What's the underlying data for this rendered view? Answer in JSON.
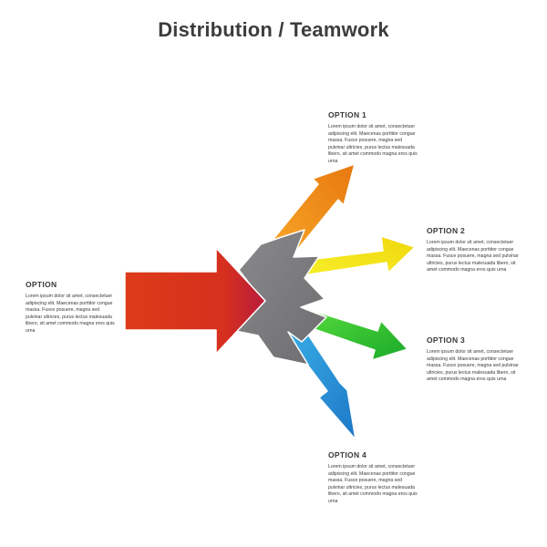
{
  "title": "Distribution / Teamwork",
  "blocks": {
    "main": {
      "heading": "OPTION",
      "text": "Lorem ipsum dolor sit amet, consectetuer adipiscing elit. Maecenas porttitor congue massa. Fusce posuere, magna sed pulvinar ultricies, purus lectus malesuada libero, sit amet commodo magna eros quis urna"
    },
    "option1": {
      "heading": "OPTION 1",
      "text": "Lorem ipsum dolor sit amet, consectetuer adipiscing elit. Maecenas porttitor congue massa. Fusce posuere, magna sed pulvinar ultricies, purus lectus malesuada libero, sit amet commodo magna eros quis urna"
    },
    "option2": {
      "heading": "OPTION 2",
      "text": "Lorem ipsum dolor sit amet, consectetuer adipiscing elit. Maecenas porttitor congue massa. Fusce posuere, magna sed pulvinar ultricies, purus lectus malesuada libero, sit amet commodo magna eros quis urna"
    },
    "option3": {
      "heading": "OPTION 3",
      "text": "Lorem ipsum dolor sit amet, consectetuer adipiscing elit. Maecenas porttitor congue massa. Fusce posuere, magna sed pulvinar ultricies, purus lectus malesuada libero, sit amet commodo magna eros quis urna"
    },
    "option4": {
      "heading": "OPTION 4",
      "text": "Lorem ipsum dolor sit amet, consectetuer adipiscing elit. Maecenas porttitor congue massa. Fusce posuere, magna sed pulvinar ultricies, purus lectus malesuada libero, sit amet commodo magna eros quis urna"
    }
  },
  "colors": {
    "main_arrow": "#d8351a",
    "hub": "#7b7b7d",
    "option1_arrow": "#f39a1c",
    "option2_arrow": "#f4e30f",
    "option3_arrow": "#33c52a",
    "option4_arrow": "#2c9ad8"
  }
}
